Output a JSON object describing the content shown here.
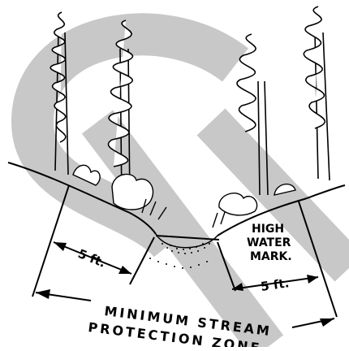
{
  "diagram": {
    "labels": {
      "left_dimension": "5 ft.",
      "right_dimension": "5 ft.",
      "high_water_line1": "HIGH",
      "high_water_line2": "WATER",
      "high_water_line3": "MARK.",
      "zone_line1": "MINIMUM  STREAM",
      "zone_line2": "PROTECTION  ZONE"
    },
    "watermark": {
      "description": "",
      "color": "#c8c8c8"
    },
    "colors": {
      "ink": "#000000",
      "background": "#ffffff"
    }
  }
}
